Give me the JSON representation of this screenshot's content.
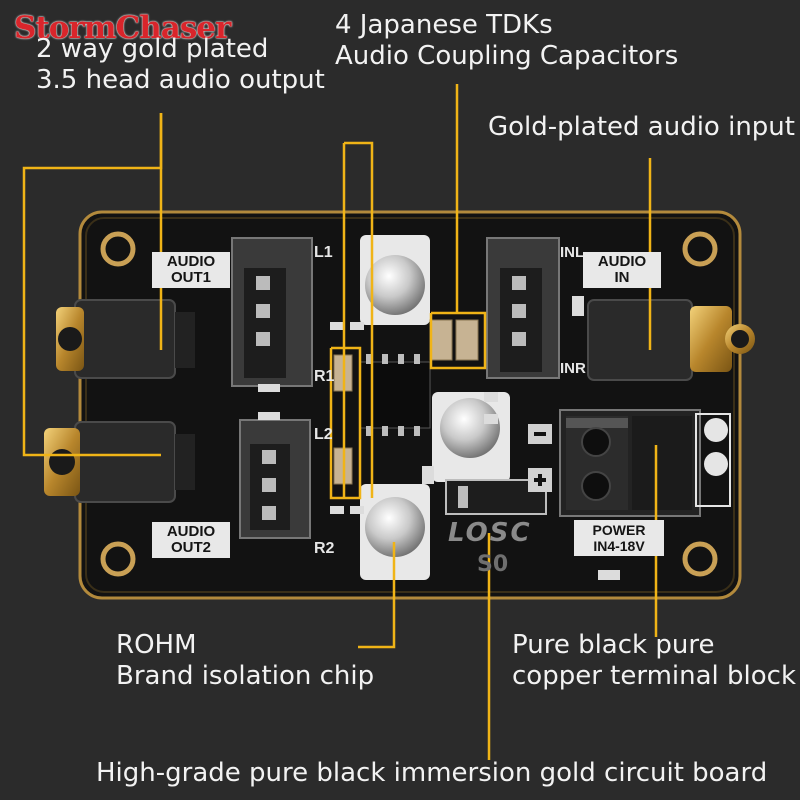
{
  "watermark": "StormChaser",
  "callouts": {
    "output": [
      "2 way gold plated",
      "3.5 head audio output"
    ],
    "capacitors": [
      "4 Japanese TDKs",
      "Audio Coupling Capacitors"
    ],
    "input": "Gold-plated audio input",
    "chip": [
      "ROHM",
      "Brand isolation chip"
    ],
    "terminal": [
      "Pure black pure",
      "copper terminal block"
    ],
    "board": "High-grade pure black immersion gold circuit board"
  },
  "silkscreen": {
    "audio_out1": [
      "AUDIO",
      "OUT1"
    ],
    "audio_out2": [
      "AUDIO",
      "OUT2"
    ],
    "audio_in": [
      "AUDIO",
      "IN"
    ],
    "power": [
      "POWER",
      "IN4-18V"
    ],
    "l1": "L1",
    "r1": "R1",
    "l2": "L2",
    "r2": "R2",
    "inl": "INL",
    "inr": "INR",
    "logo": "LOSC",
    "model": "S0"
  },
  "colors": {
    "callout_line": "#f0b417",
    "gold": "#c99a3a",
    "board": "#161616"
  }
}
